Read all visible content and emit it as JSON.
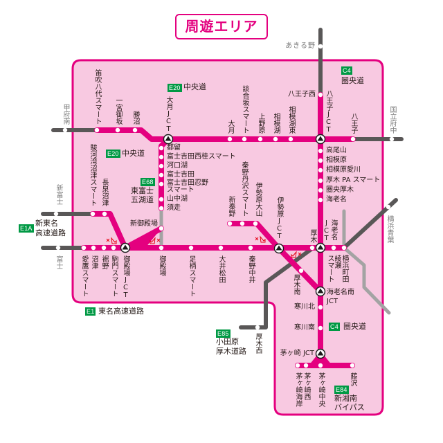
{
  "title": "周遊エリア",
  "colors": {
    "area_fill": "#F8C9E1",
    "area_border": "#E4007F",
    "covered_route": "#E4007F",
    "outside_route": "#595757",
    "other_route": "#A3A3A3",
    "route_badge": "#009944",
    "restriction_icon": "#E60012"
  },
  "icons": {
    "junction": "jct-triangle-icon",
    "interchange": "white-dot",
    "restriction": "direction-restriction-icon"
  },
  "routes": {
    "chuo_top": {
      "code": "E20",
      "name": "中央道"
    },
    "chuo_left": {
      "code": "E20",
      "name": "中央道"
    },
    "ken_o_top": {
      "code": "C4",
      "name": "圏央道"
    },
    "ken_o_bottom": {
      "code": "C4",
      "name": "圏央道"
    },
    "higashi_fuji_goko": {
      "code": "E68",
      "name": "東富士\n五湖道"
    },
    "shin_tomei": {
      "code": "E1A",
      "name": "新東名\n高速道路"
    },
    "tomei": {
      "code": "E1",
      "name": "東名高速道路"
    },
    "odawara_atsugi": {
      "code": "E85",
      "name": "小田原\n厚木道路"
    },
    "shin_shonan": {
      "code": "E84",
      "name": "新湘南\nバイパス"
    }
  },
  "interchanges": {
    "chuo": [
      "甲府南",
      "笛吹八代スマート",
      "一宮御坂",
      "勝沼",
      "大月JCT",
      "大月",
      "談合坂スマート",
      "上野原",
      "相模湖",
      "相模湖東",
      "八王子JCT",
      "八王子",
      "国立府中"
    ],
    "ken_o": [
      "あきる野",
      "八王子西",
      "高尾山",
      "相模原",
      "相模原愛川",
      "厚木 PA スマート",
      "圏央厚木",
      "海老名",
      "海老名\nJCT",
      "海老名南\nJCT",
      "寒川北",
      "寒川南",
      "茅ヶ崎 JCT"
    ],
    "higashi_fuji_goko": [
      "都留",
      "富士吉田西桂スマート",
      "河口湖",
      "富士吉田",
      "富士吉田忍野\nスマート",
      "山中湖",
      "須走",
      "新御殿場"
    ],
    "shin_tomei": [
      "新富士",
      "駿河湾沼津スマート",
      "長泉沼津",
      "新秦野",
      "秦野丹沢スマート",
      "伊勢原大山",
      "伊勢原JCT",
      "厚木南"
    ],
    "tomei": [
      "富士",
      "愛鷹スマート",
      "沼津",
      "裾野",
      "駒門スマート",
      "御殿場JCT",
      "御殿場",
      "足柄スマート",
      "大井松田",
      "秦野中井",
      "厚木",
      "綾瀬\nスマート",
      "横浜町田",
      "横浜青葉"
    ],
    "odawara_atsugi": [
      "厚木西"
    ],
    "shin_shonan": [
      "茅ヶ崎海岸",
      "茅ヶ崎西",
      "茅ヶ崎中央",
      "藤沢"
    ]
  }
}
